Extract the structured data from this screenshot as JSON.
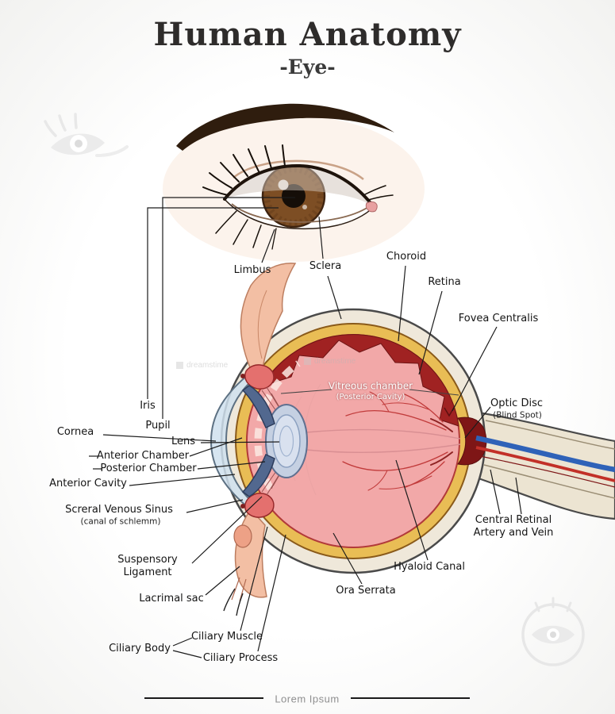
{
  "header": {
    "title": "Human Anatomy",
    "subtitle": "-Eye-"
  },
  "footer": {
    "text": "Lorem Ipsum"
  },
  "watermark": {
    "text": "dreamstime"
  },
  "colors": {
    "sclera": "#efe8da",
    "choroid": "#e9bd55",
    "vitreous": "#f2a8a8",
    "retina_dark": "#a02222",
    "lens": "#c5d0e2",
    "iris_blue": "#52688f",
    "iris_brown": "#7d4e24",
    "eyebrow": "#2f1d0e",
    "artery": "#c23028",
    "vein": "#2f62b8"
  },
  "labels": {
    "limbus": "Limbus",
    "sclera": "Sclera",
    "choroid": "Choroid",
    "retina": "Retina",
    "fovea_centralis": "Fovea Centralis",
    "vitreous_chamber": "Vitreous chamber",
    "vitreous_chamber_sub": "(Posterior Cavity)",
    "optic_disc": "Optic Disc",
    "optic_disc_sub": "(Blind Spot)",
    "iris": "Iris",
    "pupil": "Pupil",
    "cornea": "Cornea",
    "lens": "Lens",
    "anterior_chamber": "Anterior Chamber",
    "posterior_chamber": "Posterior Chamber",
    "anterior_cavity": "Anterior Cavity",
    "scleral_venous_sinus": "Screral Venous Sinus",
    "scleral_venous_sinus_sub": "(canal of schlemm)",
    "suspensory_ligament": "Suspensory\nLigament",
    "lacrimal_sac": "Lacrimal sac",
    "ora_serrata": "Ora Serrata",
    "hyaloid_canal": "Hyaloid Canal",
    "central_retinal": "Central Retinal\nArtery and Vein",
    "ciliary_body": "Ciliary Body",
    "ciliary_muscle": "Ciliary Muscle",
    "ciliary_process": "Ciliary Process"
  }
}
